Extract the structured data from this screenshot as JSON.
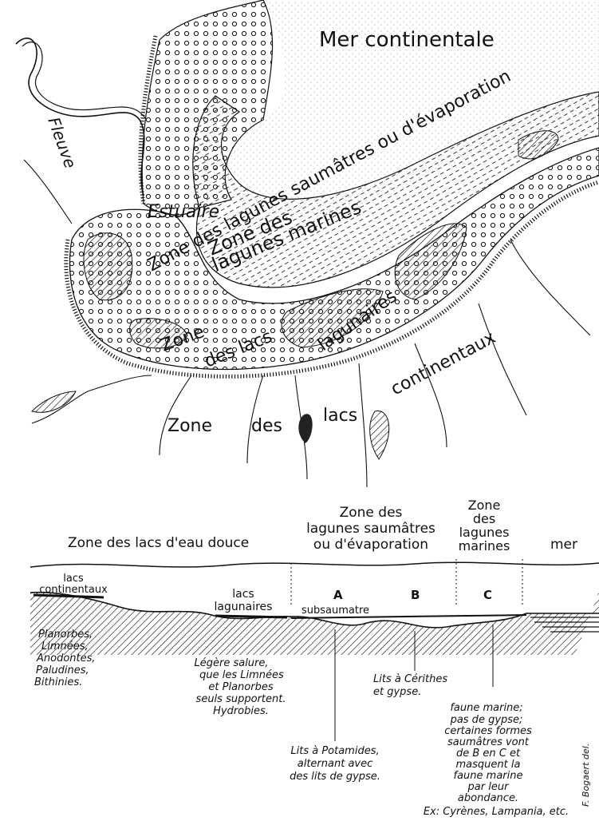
{
  "map": {
    "sea": "Mer continentale",
    "river": "Fleuve",
    "estuary": "Estuaire",
    "marine_zone": [
      "Zone des",
      "lagunes marines"
    ],
    "brackish_zone": "Zone des lagunes saumâtres ou d'évaporation",
    "lagoon_lakes": [
      "Zone",
      "des lacs",
      "lagunaires"
    ],
    "continental_lakes": [
      "Zone",
      "des",
      "lacs",
      "continentaux"
    ]
  },
  "section": {
    "headers": {
      "fresh": "Zone des lacs d'eau douce",
      "brackish": [
        "Zone des",
        "lagunes saumâtres",
        "ou d'évaporation"
      ],
      "marine": [
        "Zone",
        "des",
        "lagunes",
        "marines"
      ],
      "sea": "mer"
    },
    "labels": {
      "continental": [
        "lacs",
        "continentaux"
      ],
      "lagoonal": [
        "lacs",
        "lagunaires"
      ],
      "subsaumatre": "subsaumatre",
      "A": "A",
      "B": "B",
      "C": "C"
    },
    "notes": {
      "fauna": [
        "Planorbes,",
        "Limnées,",
        "Anodontes,",
        "Paludines,",
        "Bithinies."
      ],
      "salure": [
        "Légère salure,",
        "que les Limnées",
        "et Planorbes",
        "seuls supportent.",
        "Hydrobies."
      ],
      "potamides": [
        "Lits à Potamides,",
        "alternant avec",
        "des lits de gypse."
      ],
      "cerithes": [
        "Lits à Cérithes",
        "et gypse."
      ],
      "marine": [
        "faune marine;",
        "pas de gypse;",
        "certaines formes",
        "saumâtres vont",
        "de B en C et",
        "masquent la",
        "faune marine",
        "par leur",
        "abondance."
      ],
      "example": "Ex: Cyrènes, Lampania, etc."
    },
    "signature": "F. Bogaert del."
  }
}
